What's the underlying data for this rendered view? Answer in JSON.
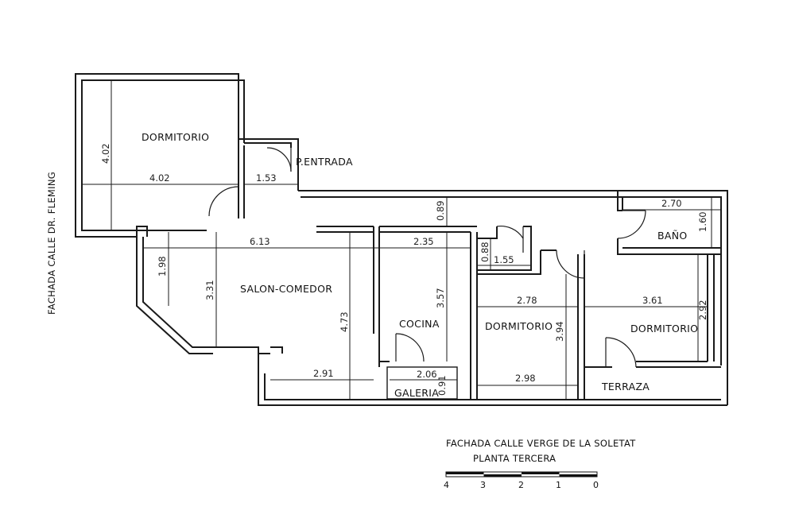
{
  "rooms": {
    "dormitorio_1": "DORMITORIO",
    "entrada": "P.ENTRADA",
    "salon": "SALON-COMEDOR",
    "cocina": "COCINA",
    "galeria": "GALERIA",
    "dormitorio_2": "DORMITORIO",
    "dormitorio_3": "DORMITORIO",
    "bano": "BAÑO",
    "terraza": "TERRAZA"
  },
  "dimensions": {
    "d_dorm1_h": "4.02",
    "d_dorm1_w": "4.02",
    "d_entrada": "1.53",
    "d_salon_w": "6.13",
    "d_189": "1.98",
    "d_331": "3.31",
    "d_473": "4.73",
    "d_291": "2.91",
    "d_089": "0.89",
    "d_235": "2.35",
    "d_357": "3.57",
    "d_088": "0.88",
    "d_155": "1.55",
    "d_206": "2.06",
    "d_091": "0.91",
    "d_278": "2.78",
    "d_394": "3.94",
    "d_298": "2.98",
    "d_361": "3.61",
    "d_292": "2.92",
    "d_270": "2.70",
    "d_160": "1.60"
  },
  "captions": {
    "side_facade": "FACHADA CALLE DR. FLEMING",
    "front_facade": "FACHADA CALLE VERGE DE LA SOLETAT",
    "floor": "PLANTA TERCERA"
  },
  "scale": {
    "ticks": [
      "4",
      "3",
      "2",
      "1",
      "0"
    ]
  }
}
